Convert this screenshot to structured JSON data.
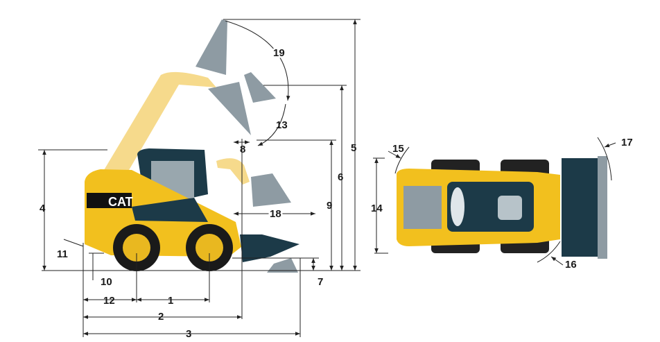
{
  "diagram": {
    "title": "Skid steer loader dimensions",
    "brand_logo": "CAT",
    "colors": {
      "yellow": "#f2c01e",
      "dark": "#1c3a48",
      "gray": "#8e9ba3",
      "pale": "#f6da8c"
    },
    "side_view_labels": {
      "d1": "1",
      "d2": "2",
      "d3": "3",
      "d4": "4",
      "d5": "5",
      "d6": "6",
      "d7": "7",
      "d8": "8",
      "d9": "9",
      "d10": "10",
      "d11": "11",
      "d12": "12",
      "d13": "13",
      "d18": "18",
      "d19": "19"
    },
    "top_view_labels": {
      "d14": "14",
      "d15": "15",
      "d16": "16",
      "d17": "17"
    }
  }
}
